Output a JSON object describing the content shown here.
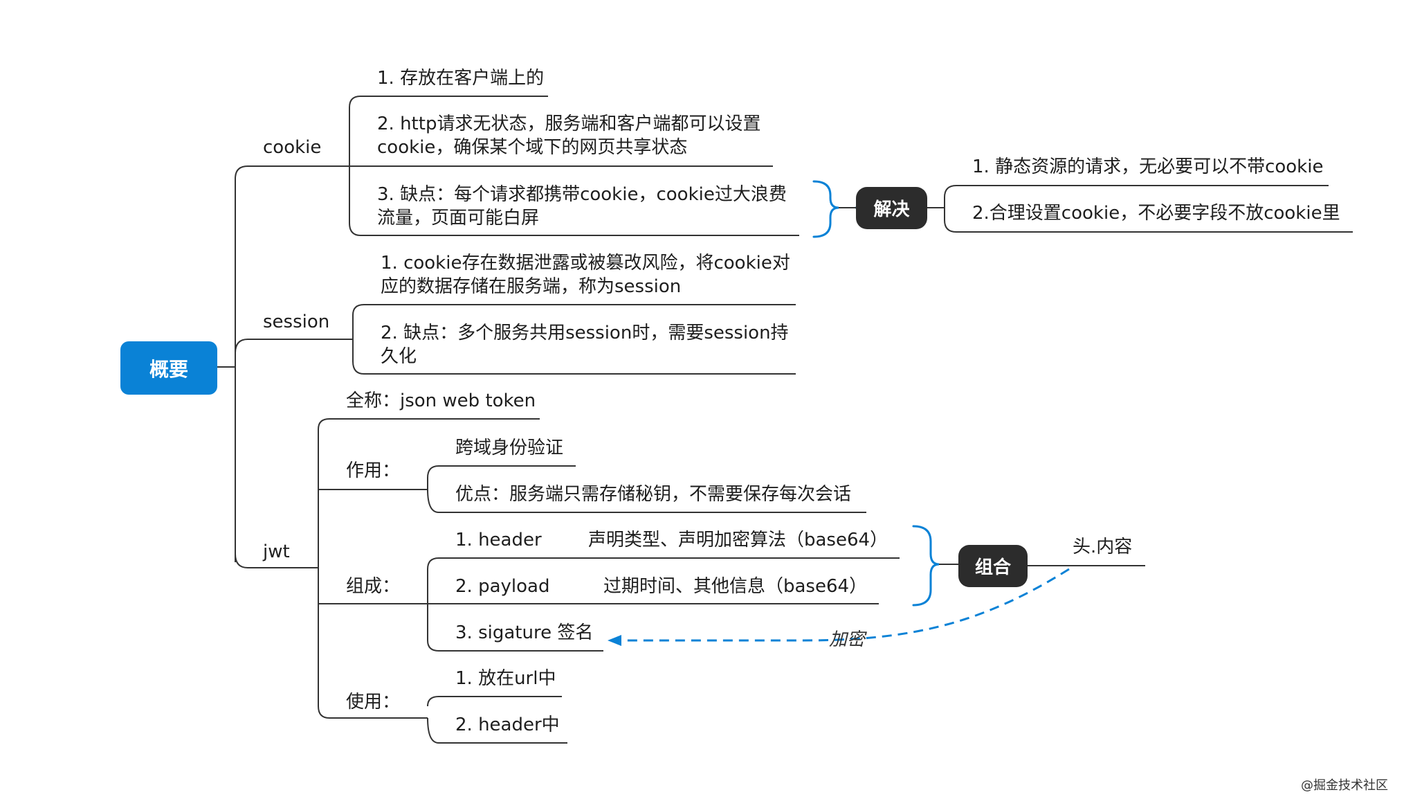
{
  "root": {
    "label": "概要"
  },
  "cookie": {
    "label": "cookie",
    "items": [
      "1. 存放在客户端上的",
      "2. http请求无状态，服务端和客户端都可以设置cookie，确保某个域下的网页共享状态",
      "3. 缺点：每个请求都携带cookie，cookie过大浪费流量，页面可能白屏"
    ],
    "solve": {
      "label": "解决",
      "items": [
        "1. 静态资源的请求，无必要可以不带cookie",
        "2.合理设置cookie，不必要字段不放cookie里"
      ]
    }
  },
  "session": {
    "label": "session",
    "items": [
      "1. cookie存在数据泄露或被篡改风险，将cookie对应的数据存储在服务端，称为session",
      "2. 缺点：多个服务共用session时，需要session持久化"
    ]
  },
  "jwt": {
    "label": "jwt",
    "fullname": "全称：json web token",
    "use": {
      "label": "作用：",
      "items": [
        "跨域身份验证",
        "优点：服务端只需存储秘钥，不需要保存每次会话"
      ]
    },
    "compose": {
      "label": "组成：",
      "header": {
        "name": "1. header",
        "desc": "声明类型、声明加密算法（base64）"
      },
      "payload": {
        "name": "2. payload",
        "desc": "过期时间、其他信息（base64）"
      },
      "signature": "3. sigature 签名",
      "combine": {
        "label": "组合",
        "result": "头.内容"
      },
      "encrypt": "加密"
    },
    "usage": {
      "label": "使用：",
      "items": [
        "1. 放在url中",
        "2. header中"
      ]
    }
  },
  "watermark": "@掘金技术社区",
  "colors": {
    "accent": "#0a82d6",
    "dark_box": "#2c2c2c",
    "line": "#333333"
  }
}
